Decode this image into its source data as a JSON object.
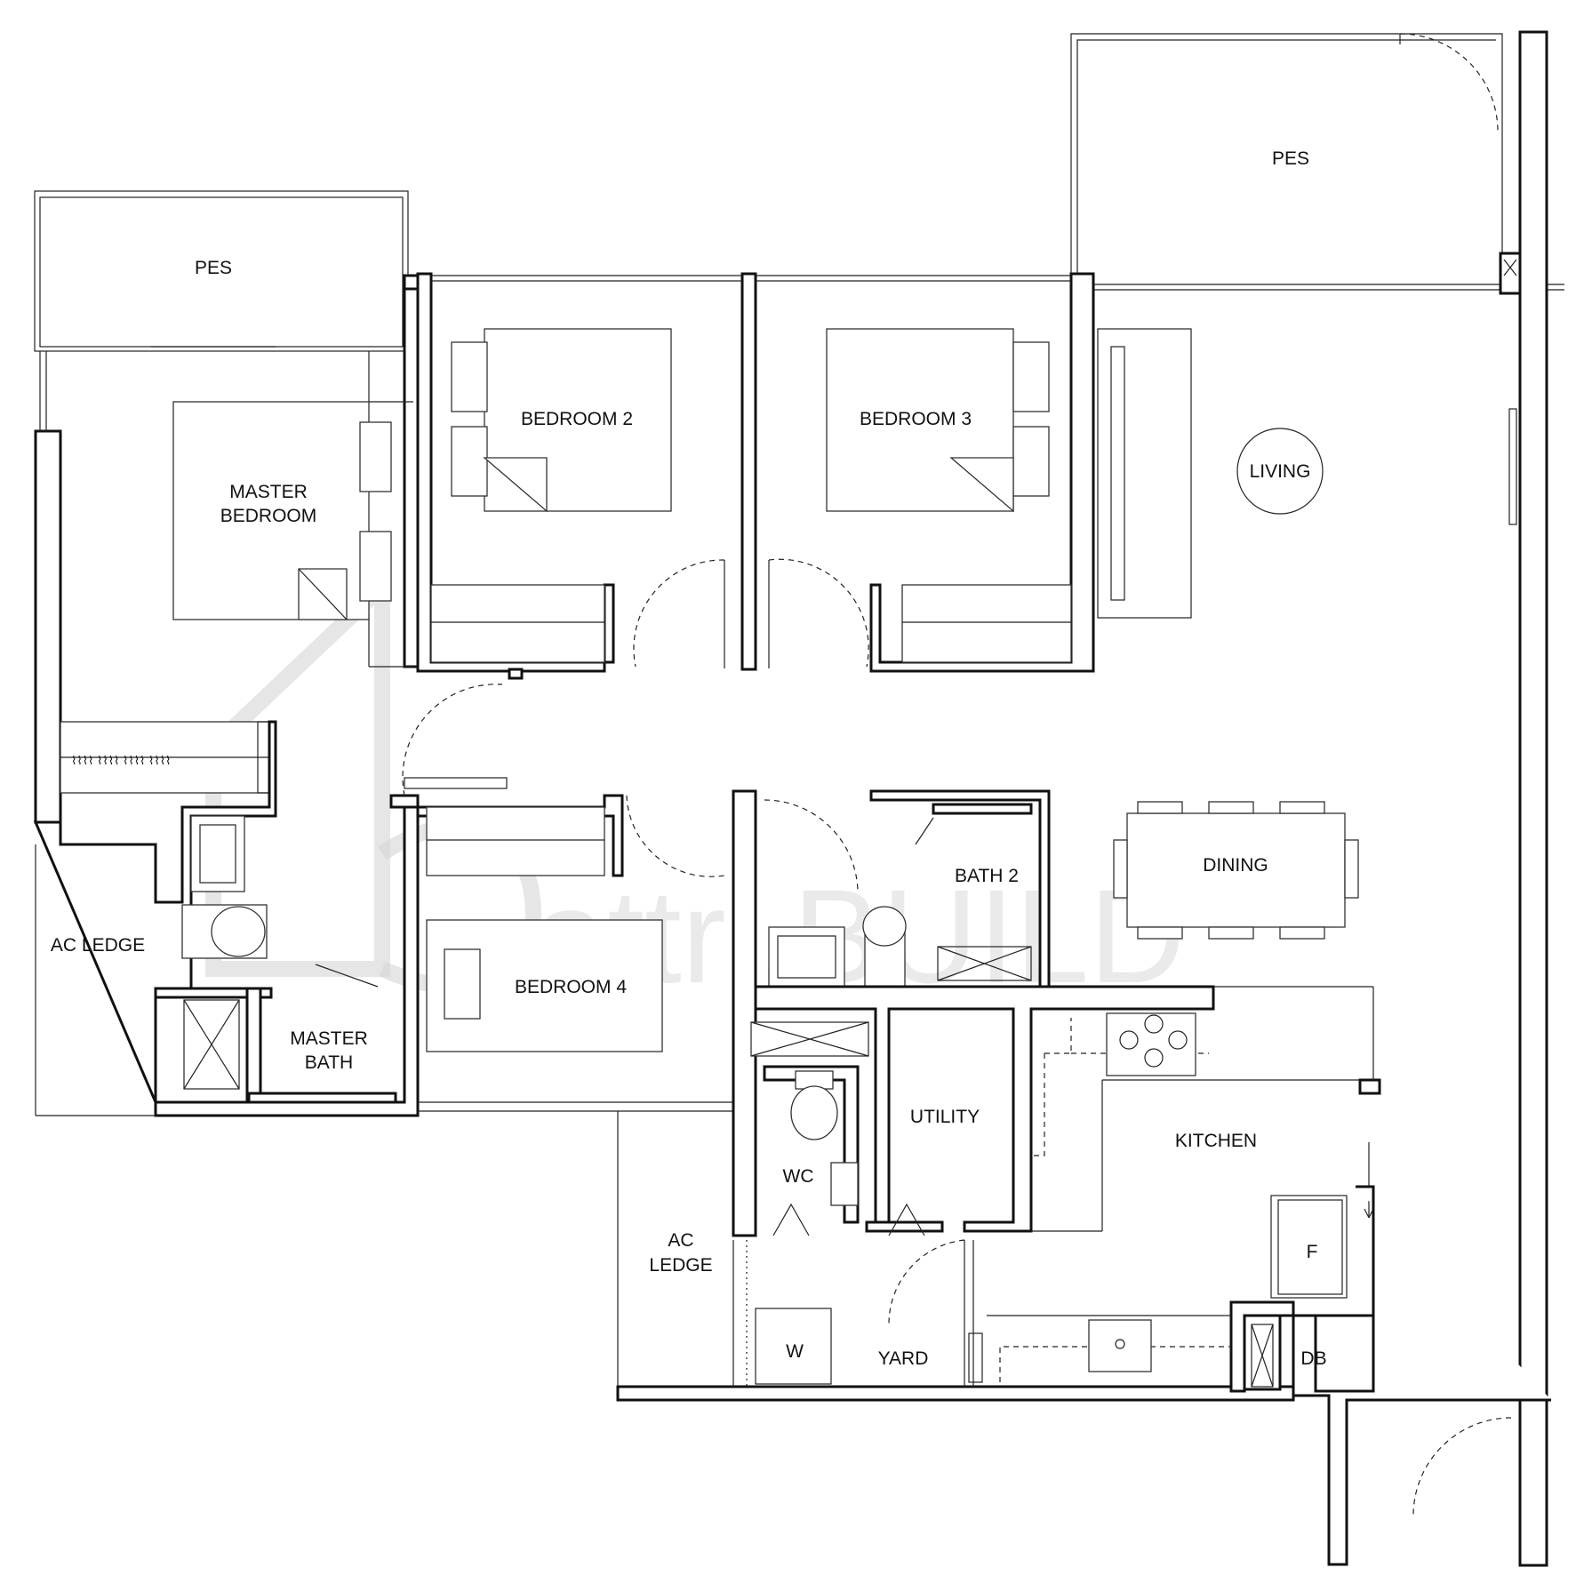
{
  "rooms": {
    "pes_left": "PES",
    "pes_right": "PES",
    "master_bedroom_line1": "MASTER",
    "master_bedroom_line2": "BEDROOM",
    "bedroom2": "BEDROOM 2",
    "bedroom3": "BEDROOM 3",
    "living": "LIVING",
    "dining": "DINING",
    "bath2": "BATH 2",
    "bedroom4": "BEDROOM 4",
    "master_bath_line1": "MASTER",
    "master_bath_line2": "BATH",
    "ac_ledge_left": "AC LEDGE",
    "ac_ledge_mid_line1": "AC",
    "ac_ledge_mid_line2": "LEDGE",
    "utility": "UTILITY",
    "wc": "WC",
    "kitchen": "KITCHEN",
    "fridge": "F",
    "washer": "W",
    "yard": "YARD",
    "db": "DB"
  },
  "watermark": {
    "text": "attri.BUILD"
  },
  "colors": {
    "wall_stroke": "#111111",
    "watermark": "#d9d9d9"
  }
}
